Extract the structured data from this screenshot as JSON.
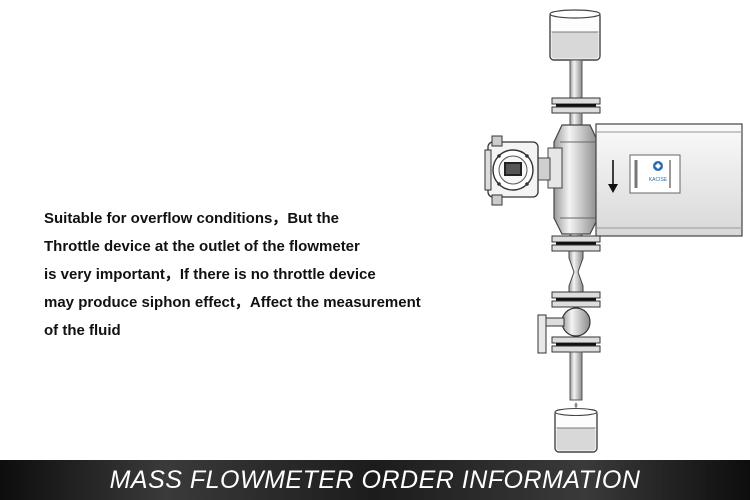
{
  "description": {
    "lines": [
      "Suitable for overflow conditions，But the",
      "Throttle device at the outlet of the flowmeter",
      "is very important，If there is no throttle device",
      "may produce siphon effect，Affect the measurement",
      "of the fluid"
    ]
  },
  "device": {
    "brand": "KACISE"
  },
  "banner": {
    "title": "MASS FLOWMETER ORDER INFORMATION"
  }
}
